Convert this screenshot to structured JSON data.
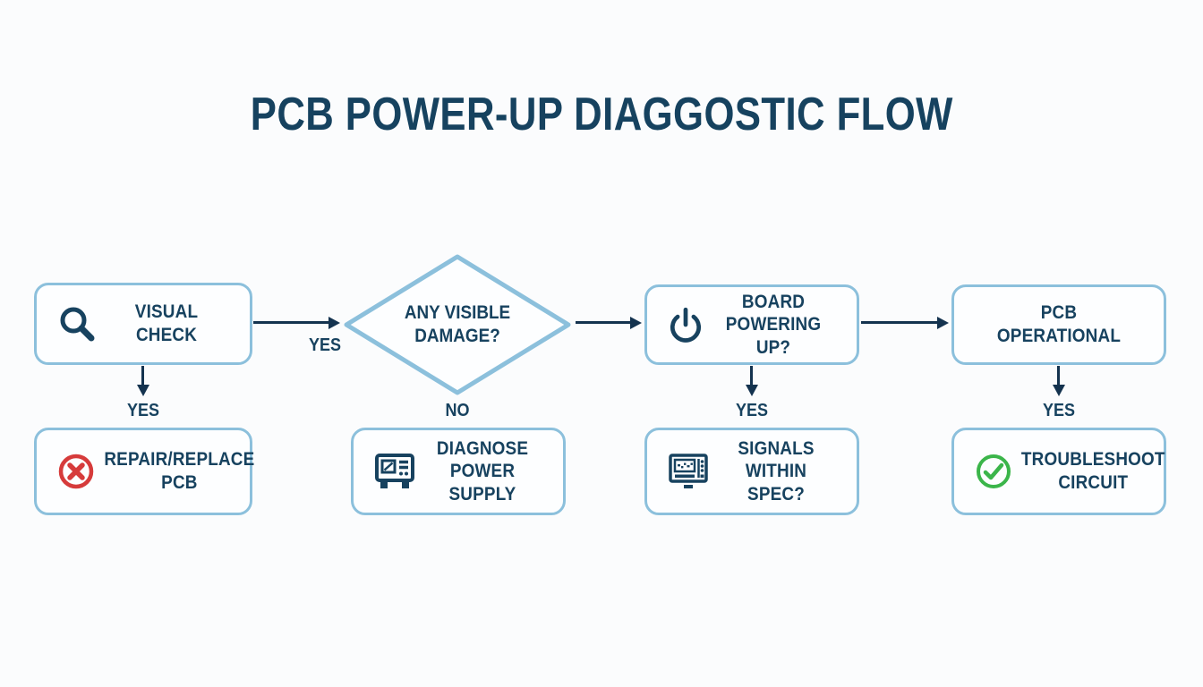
{
  "title": "PCB POWER-UP DIAGGOSTIC FLOW",
  "colors": {
    "background": "#fbfcfd",
    "node_border": "#8cc0dc",
    "node_fill": "#fdfeff",
    "text": "#17425f",
    "arrow": "#14334f",
    "error": "#d63b3b",
    "success": "#3bb54a"
  },
  "flow": {
    "visual_check": {
      "label": "VISUAL CHECK",
      "icon": "magnifier-icon"
    },
    "any_visible_damage": {
      "label": "ANY VISIBLE\nDAMAGE?",
      "shape": "diamond"
    },
    "board_powering_up": {
      "label": "BOARD\nPOWERING UP?",
      "icon": "power-icon"
    },
    "pcb_operational": {
      "label": "PCB\nOPERATIONAL"
    },
    "repair_replace_pcb": {
      "label": "REPAIR/REPLACE\nPCB",
      "icon": "error-cross-icon"
    },
    "diagnose_power_supply": {
      "label": "DIAGNOSE\nPOWER SUPPLY",
      "icon": "oscilloscope-icon"
    },
    "signals_within_spec": {
      "label": "SIGNALS WITHIN\nSPEC?",
      "icon": "signal-monitor-icon"
    },
    "troubleshoot_circuit": {
      "label": "TROUBLESHOOT\nCIRCUIT",
      "icon": "success-check-icon"
    }
  },
  "edge_labels": {
    "visual_to_damage": "YES",
    "visual_to_repair": "YES",
    "damage_to_diagnose": "NO",
    "board_to_signals": "YES",
    "pcb_to_troubleshoot": "YES"
  }
}
